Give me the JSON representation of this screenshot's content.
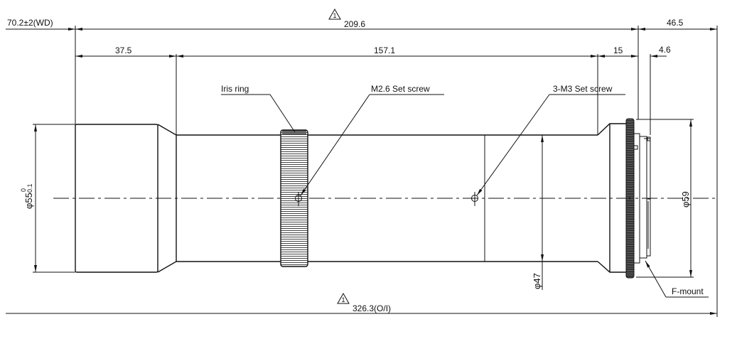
{
  "drawing": {
    "dimensions": {
      "working_distance": "70.2±2(WD)",
      "total_flange": "209.6",
      "rear_length": "46.5",
      "front_barrel": "37.5",
      "main_tube": "157.1",
      "rear_section": "15",
      "mount_offset": "4.6",
      "overall": "326.3(O/I)",
      "front_diameter": "φ55",
      "front_diameter_tol_upper": "0",
      "front_diameter_tol_lower": "-0.1",
      "tube_diameter": "φ47",
      "rear_diameter": "φ59"
    },
    "callouts": {
      "iris_ring": "Iris ring",
      "m26_screw": "M2.6 Set screw",
      "m3_screw": "3-M3 Set screw",
      "f_mount": "F-mount"
    },
    "revision_mark": "1"
  }
}
